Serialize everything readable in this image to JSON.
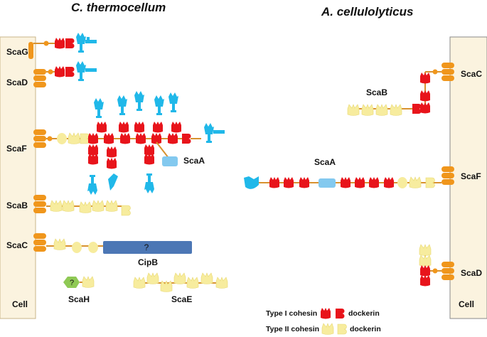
{
  "titles": {
    "left": "C. thermocellum",
    "right": "A. cellulolyticus"
  },
  "cell_label": "Cell",
  "left_scaffoldins": {
    "scag": "ScaG",
    "scad": "ScaD",
    "scaf": "ScaF",
    "scab": "ScaB",
    "scac": "ScaC",
    "scaa": "ScaA",
    "cipb": "CipB",
    "cipb_unknown": "?",
    "scah": "ScaH",
    "scah_unknown": "?",
    "scae": "ScaE"
  },
  "right_scaffoldins": {
    "scab": "ScaB",
    "scac": "ScaC",
    "scaa": "ScaA",
    "scaf": "ScaF",
    "scad": "ScaD"
  },
  "legend": {
    "type1_cohesin": "Type I cohesin",
    "type1_dockerin": "dockerin",
    "type2_cohesin": "Type II cohesin",
    "type2_dockerin": "dockerin"
  },
  "colors": {
    "cell_fill": "#fbf3df",
    "type1": "#e8141b",
    "type2": "#f7ec9e",
    "anchor": "#f0961c",
    "enzyme": "#20b8e9",
    "cbm": "#83c9ef",
    "unknown_box": "#4c77b5",
    "unknown_hex": "#8fc955",
    "linker": "#d8912f"
  }
}
